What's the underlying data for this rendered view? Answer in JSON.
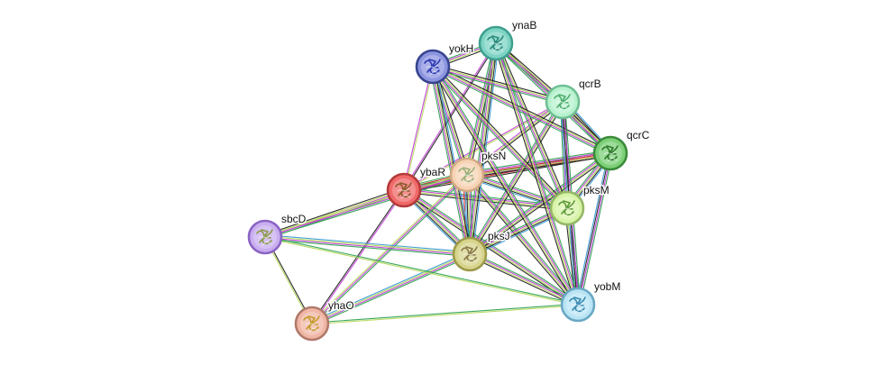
{
  "network": {
    "nodes": [
      {
        "id": "ynaB",
        "label": "ynaB",
        "color": "#7ed4c4",
        "ring": "#3f9f8f",
        "glyph": "#2a8a7a"
      },
      {
        "id": "yokH",
        "label": "yokH",
        "color": "#8c95e0",
        "ring": "#38448f",
        "glyph": "#2e3ab3"
      },
      {
        "id": "qcrB",
        "label": "qcrB",
        "color": "#b7f2cf",
        "ring": "#6fbf93",
        "glyph": "#4fae6f"
      },
      {
        "id": "qcrC",
        "label": "qcrC",
        "color": "#7dd078",
        "ring": "#3b8b3a",
        "glyph": "#2f7a2c"
      },
      {
        "id": "pksN",
        "label": "pksN",
        "color": "#f7d3b5",
        "ring": "#d2a983",
        "glyph": "#9bb07a"
      },
      {
        "id": "ybaR",
        "label": "ybaR",
        "color": "#f06a6a",
        "ring": "#b53a3a",
        "glyph": "#8a5a2a"
      },
      {
        "id": "pksM",
        "label": "pksM",
        "color": "#d7f3a6",
        "ring": "#94b866",
        "glyph": "#5f9a3a"
      },
      {
        "id": "sbcD",
        "label": "sbcD",
        "color": "#c9aef0",
        "ring": "#8a64c4",
        "glyph": "#8a9a4a"
      },
      {
        "id": "pksJ",
        "label": "pksJ",
        "color": "#d7d48c",
        "ring": "#9e9a4a",
        "glyph": "#8a7a4a"
      },
      {
        "id": "yobM",
        "label": "yobM",
        "color": "#b9e4f4",
        "ring": "#6aa8c4",
        "glyph": "#3a8ab0"
      },
      {
        "id": "yhaO",
        "label": "yhaO",
        "color": "#f0b7a6",
        "ring": "#b07a6a",
        "glyph": "#c49a2a"
      }
    ],
    "edges": [
      {
        "source": "ybaR",
        "target": "pksN",
        "colors": [
          "#31a354",
          "#d62728",
          "#b5d95c",
          "#c23fd6",
          "#222222"
        ]
      },
      {
        "source": "ybaR",
        "target": "pksJ",
        "colors": [
          "#31a354",
          "#c23fd6",
          "#b5d95c",
          "#222222",
          "#3a9bd6"
        ]
      },
      {
        "source": "ybaR",
        "target": "pksM",
        "colors": [
          "#31a354",
          "#c23fd6",
          "#b5d95c",
          "#222222"
        ]
      },
      {
        "source": "ybaR",
        "target": "qcrC",
        "colors": [
          "#31a354",
          "#c23fd6",
          "#d62728",
          "#222222"
        ]
      },
      {
        "source": "ybaR",
        "target": "qcrB",
        "colors": [
          "#c23fd6",
          "#b5d95c"
        ]
      },
      {
        "source": "ybaR",
        "target": "yokH",
        "colors": [
          "#c23fd6",
          "#b5d95c"
        ]
      },
      {
        "source": "ybaR",
        "target": "ynaB",
        "colors": [
          "#c23fd6",
          "#222222"
        ]
      },
      {
        "source": "ybaR",
        "target": "sbcD",
        "colors": [
          "#31a354",
          "#c23fd6",
          "#b5d95c",
          "#222222"
        ]
      },
      {
        "source": "ybaR",
        "target": "yhaO",
        "colors": [
          "#c23fd6",
          "#222222"
        ]
      },
      {
        "source": "ybaR",
        "target": "yobM",
        "colors": [
          "#31a354",
          "#c23fd6",
          "#b5d95c",
          "#222222"
        ]
      },
      {
        "source": "pksN",
        "target": "pksJ",
        "colors": [
          "#31a354",
          "#c23fd6",
          "#b5d95c",
          "#222222",
          "#3a9bd6",
          "#d62728"
        ]
      },
      {
        "source": "pksN",
        "target": "pksM",
        "colors": [
          "#31a354",
          "#c23fd6",
          "#b5d95c",
          "#222222",
          "#3a9bd6"
        ]
      },
      {
        "source": "pksN",
        "target": "qcrC",
        "colors": [
          "#31a354",
          "#c23fd6",
          "#d62728",
          "#b5d95c",
          "#222222"
        ]
      },
      {
        "source": "pksN",
        "target": "qcrB",
        "colors": [
          "#c23fd6",
          "#b5d95c",
          "#222222"
        ]
      },
      {
        "source": "pksN",
        "target": "yokH",
        "colors": [
          "#31a354",
          "#c23fd6",
          "#b5d95c",
          "#222222"
        ]
      },
      {
        "source": "pksN",
        "target": "ynaB",
        "colors": [
          "#31a354",
          "#c23fd6",
          "#b5d95c",
          "#222222"
        ]
      },
      {
        "source": "pksN",
        "target": "yobM",
        "colors": [
          "#31a354",
          "#c23fd6",
          "#b5d95c",
          "#222222"
        ]
      },
      {
        "source": "pksN",
        "target": "sbcD",
        "colors": [
          "#31a354",
          "#c23fd6",
          "#b5d95c"
        ]
      },
      {
        "source": "pksN",
        "target": "yhaO",
        "colors": [
          "#31a354",
          "#c23fd6",
          "#b5d95c"
        ]
      },
      {
        "source": "pksJ",
        "target": "pksM",
        "colors": [
          "#31a354",
          "#c23fd6",
          "#b5d95c",
          "#222222",
          "#3a9bd6"
        ]
      },
      {
        "source": "pksJ",
        "target": "qcrC",
        "colors": [
          "#31a354",
          "#c23fd6",
          "#b5d95c",
          "#222222"
        ]
      },
      {
        "source": "pksJ",
        "target": "qcrB",
        "colors": [
          "#31a354",
          "#c23fd6",
          "#b5d95c",
          "#222222"
        ]
      },
      {
        "source": "pksJ",
        "target": "yokH",
        "colors": [
          "#31a354",
          "#c23fd6",
          "#b5d95c",
          "#222222",
          "#3a9bd6"
        ]
      },
      {
        "source": "pksJ",
        "target": "ynaB",
        "colors": [
          "#31a354",
          "#c23fd6",
          "#b5d95c",
          "#222222",
          "#3a9bd6"
        ]
      },
      {
        "source": "pksJ",
        "target": "yobM",
        "colors": [
          "#31a354",
          "#c23fd6",
          "#b5d95c",
          "#222222"
        ]
      },
      {
        "source": "pksJ",
        "target": "sbcD",
        "colors": [
          "#31a354",
          "#c23fd6",
          "#b5d95c",
          "#3a9bd6"
        ]
      },
      {
        "source": "pksJ",
        "target": "yhaO",
        "colors": [
          "#31a354",
          "#c23fd6",
          "#b5d95c",
          "#3a9bd6"
        ]
      },
      {
        "source": "pksM",
        "target": "qcrC",
        "colors": [
          "#31a354",
          "#c23fd6",
          "#b5d95c",
          "#222222",
          "#3a9bd6"
        ]
      },
      {
        "source": "pksM",
        "target": "qcrB",
        "colors": [
          "#31a354",
          "#c23fd6",
          "#b5d95c",
          "#222222"
        ]
      },
      {
        "source": "pksM",
        "target": "yokH",
        "colors": [
          "#31a354",
          "#c23fd6",
          "#b5d95c",
          "#222222"
        ]
      },
      {
        "source": "pksM",
        "target": "ynaB",
        "colors": [
          "#31a354",
          "#c23fd6",
          "#b5d95c",
          "#222222"
        ]
      },
      {
        "source": "pksM",
        "target": "yobM",
        "colors": [
          "#31a354",
          "#c23fd6",
          "#b5d95c",
          "#222222"
        ]
      },
      {
        "source": "qcrC",
        "target": "qcrB",
        "colors": [
          "#31a354",
          "#c23fd6",
          "#b5d95c",
          "#222222",
          "#3a9bd6"
        ]
      },
      {
        "source": "qcrC",
        "target": "yokH",
        "colors": [
          "#31a354",
          "#c23fd6",
          "#b5d95c",
          "#222222"
        ]
      },
      {
        "source": "qcrC",
        "target": "ynaB",
        "colors": [
          "#31a354",
          "#c23fd6",
          "#b5d95c",
          "#222222"
        ]
      },
      {
        "source": "qcrC",
        "target": "yobM",
        "colors": [
          "#31a354",
          "#c23fd6",
          "#222222",
          "#3a9bd6"
        ]
      },
      {
        "source": "qcrB",
        "target": "yokH",
        "colors": [
          "#31a354",
          "#c23fd6",
          "#b5d95c",
          "#222222"
        ]
      },
      {
        "source": "qcrB",
        "target": "ynaB",
        "colors": [
          "#31a354",
          "#c23fd6",
          "#b5d95c",
          "#222222"
        ]
      },
      {
        "source": "qcrB",
        "target": "yobM",
        "colors": [
          "#31a354",
          "#c23fd6",
          "#222222",
          "#3a9bd6"
        ]
      },
      {
        "source": "yokH",
        "target": "ynaB",
        "colors": [
          "#31a354",
          "#c23fd6",
          "#b5d95c",
          "#222222"
        ]
      },
      {
        "source": "yokH",
        "target": "yobM",
        "colors": [
          "#31a354",
          "#c23fd6",
          "#b5d95c",
          "#222222"
        ]
      },
      {
        "source": "ynaB",
        "target": "yobM",
        "colors": [
          "#31a354",
          "#c23fd6",
          "#b5d95c",
          "#222222"
        ]
      },
      {
        "source": "sbcD",
        "target": "yhaO",
        "colors": [
          "#222222",
          "#b5d95c"
        ]
      },
      {
        "source": "sbcD",
        "target": "yobM",
        "colors": [
          "#31a354",
          "#b5d95c"
        ]
      },
      {
        "source": "yhaO",
        "target": "yobM",
        "colors": [
          "#31a354",
          "#b5d95c"
        ]
      }
    ]
  }
}
